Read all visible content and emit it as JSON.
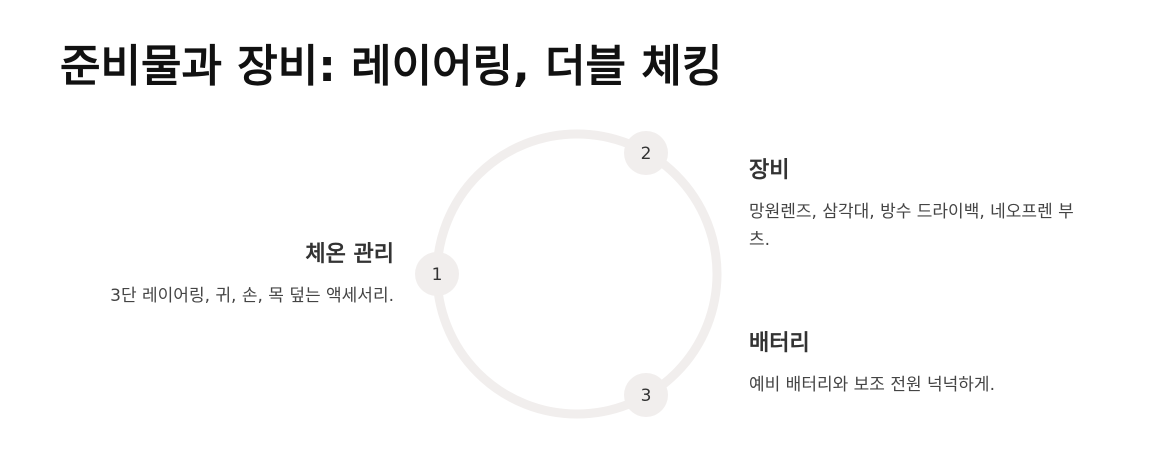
{
  "title": "준비물과 장비: 레이어링, 더블 체킹",
  "colors": {
    "ring": "#f1eeed",
    "node_fill": "#f1eeed",
    "text": "#333333"
  },
  "steps": [
    {
      "number": "1",
      "title": "체온 관리",
      "description": "3단 레이어링, 귀, 손, 목 덮는 액세서리."
    },
    {
      "number": "2",
      "title": "장비",
      "description": "망원렌즈, 삼각대, 방수 드라이백, 네오프렌 부츠."
    },
    {
      "number": "3",
      "title": "배터리",
      "description": "예비 배터리와 보조 전원 넉넉하게."
    }
  ]
}
